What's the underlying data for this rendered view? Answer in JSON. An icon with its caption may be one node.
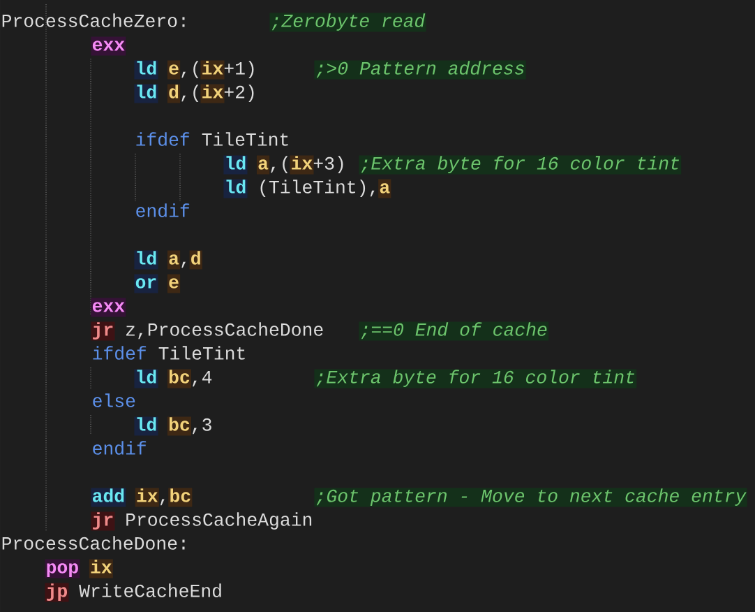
{
  "diagram": {
    "labels": [
      "ProcessCacheZero:",
      ";Zerobyte read",
      "exx",
      "ld",
      "e",
      ",(",
      "ix",
      "+1)",
      ";>0 Pattern address",
      "ld",
      "d",
      ",(",
      "ix",
      "+2)",
      "ifdef",
      "TileTint",
      "ld",
      "a",
      ",(",
      "ix",
      "+3)",
      ";Extra byte for 16 color tint",
      "ld",
      "(TileTint),",
      "a",
      "endif",
      "ld",
      "a",
      ",",
      "d",
      "or",
      "e",
      "exx",
      "jr",
      "z,ProcessCacheDone",
      ";==0 End of cache",
      "ifdef",
      "TileTint",
      "ld",
      "bc",
      ",4",
      ";Extra byte for 16 color tint",
      "else",
      "ld",
      "bc",
      ",3",
      "endif",
      "add",
      "ix",
      ",",
      "bc",
      ";Got pattern - Move to next cache entry",
      "jr",
      "ProcessCacheAgain",
      "ProcessCacheDone:",
      "pop",
      "ix",
      "jp",
      "WriteCacheEnd"
    ]
  }
}
